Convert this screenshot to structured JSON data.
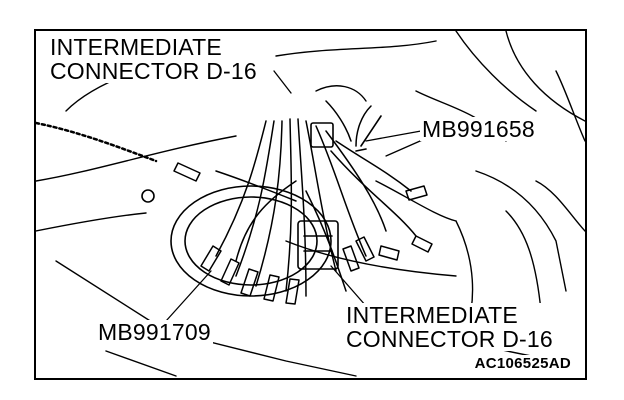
{
  "labels": {
    "top_connector": [
      "INTERMEDIATE",
      "CONNECTOR D-16"
    ],
    "tool_mb991658": "MB991658",
    "tool_mb991709": "MB991709",
    "bottom_connector": [
      "INTERMEDIATE",
      "CONNECTOR D-16"
    ]
  },
  "figure_code": "AC106525AD",
  "colors": {
    "ink": "#000000",
    "paper": "#ffffff"
  }
}
